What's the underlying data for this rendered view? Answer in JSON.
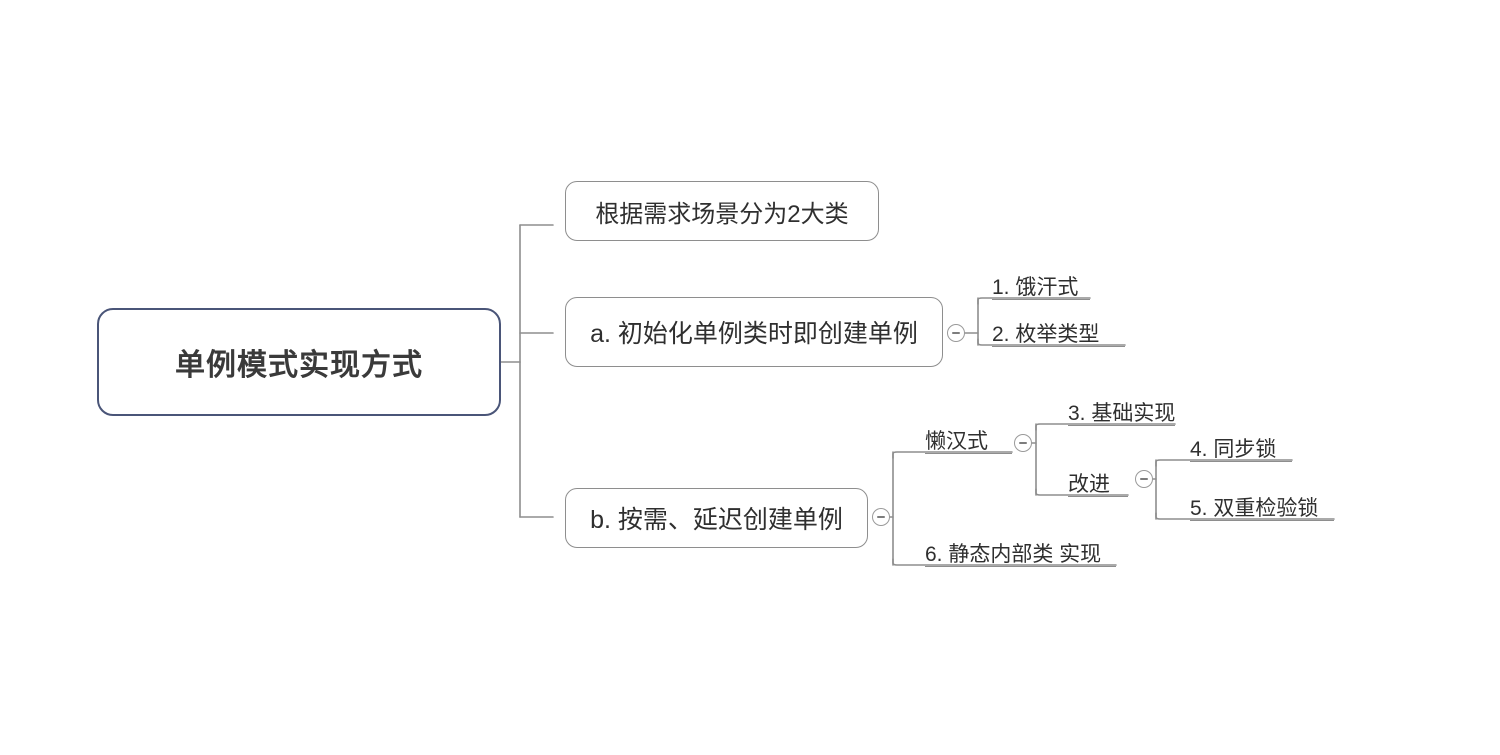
{
  "diagram": {
    "type": "mind-map",
    "title": "单例模式实现方式",
    "background_color": "#ffffff",
    "root_border_color": "#4a5578",
    "branch_border_color": "#8e8e8e",
    "connector_color": "#8e8e8e",
    "text_color": "#2f2f2f"
  },
  "root": {
    "label": "单例模式实现方式"
  },
  "branches": [
    {
      "id": "b1",
      "label": "根据需求场景分为2大类",
      "style": "box",
      "has_toggle": false,
      "children": []
    },
    {
      "id": "b2",
      "label": "a. 初始化单例类时即创建单例",
      "style": "box",
      "has_toggle": true,
      "toggle_state": "expanded",
      "toggle_icon": "minus-circle-icon",
      "children": [
        {
          "id": "b2c1",
          "label": "1. 饿汗式",
          "style": "underline"
        },
        {
          "id": "b2c2",
          "label": "2. 枚举类型",
          "style": "underline"
        }
      ]
    },
    {
      "id": "b3",
      "label": "b. 按需、延迟创建单例",
      "style": "box",
      "has_toggle": true,
      "toggle_state": "expanded",
      "toggle_icon": "minus-circle-icon",
      "children": [
        {
          "id": "b3c1",
          "label": "懒汉式",
          "style": "underline",
          "has_toggle": true,
          "toggle_state": "expanded",
          "toggle_icon": "minus-circle-icon",
          "children": [
            {
              "id": "b3c1g1",
              "label": "3. 基础实现",
              "style": "underline"
            },
            {
              "id": "b3c1g2",
              "label": "改进",
              "style": "underline",
              "has_toggle": true,
              "toggle_state": "expanded",
              "toggle_icon": "minus-circle-icon",
              "children": [
                {
                  "id": "b3c1g2h1",
                  "label": "4. 同步锁",
                  "style": "underline"
                },
                {
                  "id": "b3c1g2h2",
                  "label": "5. 双重检验锁",
                  "style": "underline"
                }
              ]
            }
          ]
        },
        {
          "id": "b3c2",
          "label": "6. 静态内部类 实现",
          "style": "underline"
        }
      ]
    }
  ]
}
